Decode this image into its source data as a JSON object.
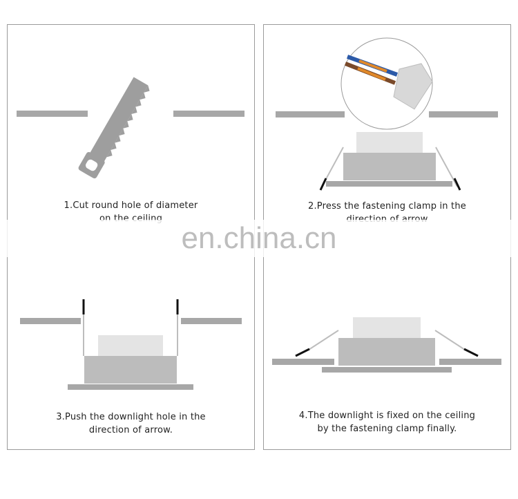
{
  "steps": [
    {
      "line1": "1.Cut round hole of diameter",
      "line2": "on the ceiling"
    },
    {
      "line1": "2.Press the fastening clamp in the",
      "line2": "direction of arrow"
    },
    {
      "line1": "3.Push the downlight hole in the",
      "line2": "direction of arrow."
    },
    {
      "line1": "4.The downlight is fixed on the ceiling",
      "line2": "by the fastening clamp finally."
    }
  ],
  "watermark": "en.china.cn",
  "colors": {
    "ceiling": "#a7a7a7",
    "body": "#bcbcbc",
    "top": "#e4e4e4",
    "clip": "#111111",
    "wire_blue": "#2c5aa8",
    "wire_brown": "#7a4a2a",
    "wire_orange": "#e0892a"
  }
}
